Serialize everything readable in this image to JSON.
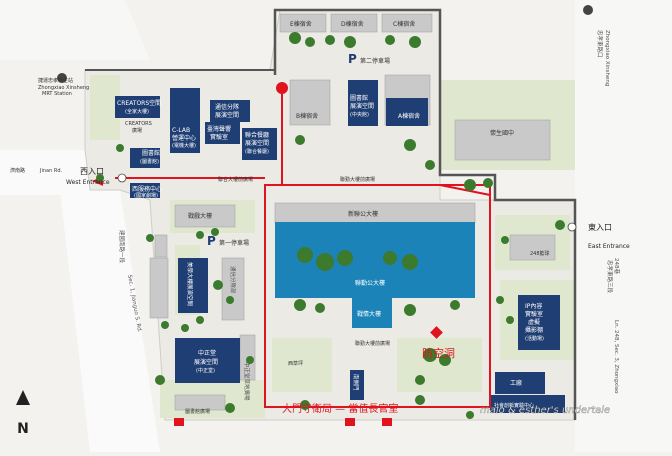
{
  "map": {
    "parking_labels": {
      "second": "第二停車場",
      "first": "第一停車場",
      "p": "P"
    },
    "dorms": {
      "e": "E棟宿舍",
      "d": "D棟宿舍",
      "c": "C棟宿舍",
      "b": "B棟宿舍",
      "a": "A棟宿舍"
    },
    "buildings": {
      "creators": "CREATORS空間",
      "creators_sub": "(全家大樓)",
      "creators_plaza": "CREATORS",
      "creators_plaza2": "廣場",
      "clab": "C-LAB",
      "clab2": "營運中心",
      "clab_sub": "(電機大樓)",
      "clab_plaza": "C-LAB",
      "clab_plaza2": "廣場",
      "library_cafe": "圖書館",
      "library_cafe_sub": "(圖書館)",
      "tongxin_exhibit": "通信分隊",
      "tongxin_exhibit2": "展演空間",
      "taiwan_sound": "臺灣聲響",
      "taiwan_sound2": "實驗室",
      "union_exhibit": "聯合餐廳",
      "union_exhibit2": "展演空間",
      "union_exhibit_sub": "(聯合餐廳)",
      "library_exhibit": "圖書館",
      "library_exhibit2": "展演空間",
      "library_exhibit_sub": "(中央館)",
      "warrior_plaza": "聯合大樓前廣場",
      "north_plaza": "聯勤大樓前廣場",
      "shengli_high": "懷生國中",
      "west_gate_center": "西服務中心",
      "west_gate_center_sub": "(國家劇場)",
      "battle_building": "戰戲大樓",
      "xinlian_building": "新聯公大樓",
      "lianqin_building": "聯勤公大樓",
      "battle_main": "戰情大樓",
      "meiyu_building": "美學大樓展演空間",
      "tongxin_team": "通信分隊部",
      "ip_lab": "IP內容",
      "ip_lab2": "實驗室",
      "ip_lab3": "虛擬",
      "ip_lab4": "攝影棚",
      "ip_lab_sub": "(活動場)",
      "zhongzheng": "中正堂",
      "zhongzheng2": "展演空間",
      "zhongzheng_sub": "(中正堂)",
      "bomb_shelter": "防空洞",
      "west_hall": "西草坪",
      "south_gate": "南側門",
      "construction": "工廠",
      "social_center": "社會創新實驗中心",
      "court_248": "248籃球",
      "green_plaza": "中正堂草地廣場",
      "library_corner": "圖書館廣場"
    },
    "streets": {
      "jinan": "濟南路",
      "jinan_en": "Jinan Rd.",
      "jianguo": "建國南路一段",
      "jianguo_en": "Sec. 1, Jianguo S. Rd.",
      "zhongxiao_east": "忠孝東路三段",
      "zhongxiao_east_en": "Ln. 248, Sec. 3, Zhongxiao",
      "zhongxiao_248": "248巷"
    },
    "metro": {
      "name": "捷運忠孝新生站",
      "name_en": "Zhongxiao Xinsheng",
      "name_en2": "MRT Station"
    },
    "top_right_stop": {
      "name": "忠孝東路口",
      "name_en": "Zhongxiao Xinsheng"
    },
    "entrances": {
      "west": "西入口",
      "west_en": "West Entrance",
      "east": "東入口",
      "east_en": "East Entrance"
    },
    "annotations": {
      "bottom_route": "大門守衛局 — 當值長官室",
      "credit": "maio & esther's undertale"
    },
    "compass": "N",
    "colors": {
      "building_blue": "#1f3e73",
      "highlight_blue": "#1b83b8",
      "route_red": "#e0141e",
      "grass_green": "#dfe8cf",
      "tree_green": "#3c7a2e",
      "path_gray": "#b8b8b8",
      "dark_gray": "#444444"
    }
  }
}
